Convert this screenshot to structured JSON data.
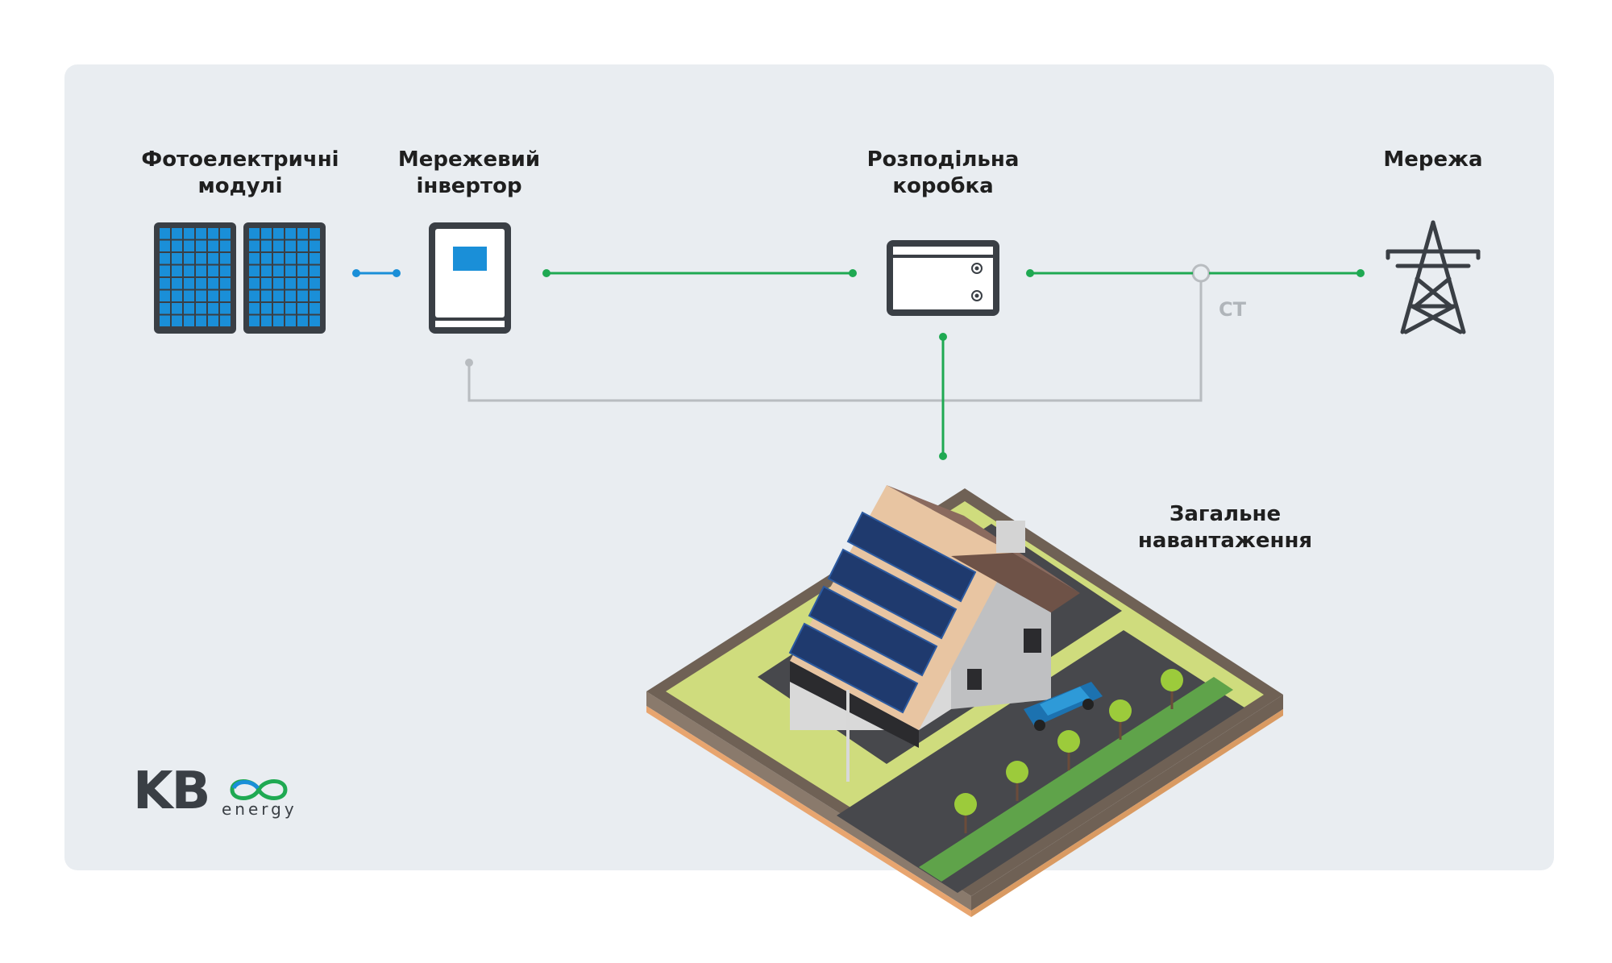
{
  "nodes": {
    "pv_modules": "Фотоелектричні\nмодулі",
    "inverter": "Мережевий\nінвертор",
    "distribution_box": "Розподільна\nкоробка",
    "grid": "Мережа",
    "load": "Загальне\nнавантаження",
    "ct": "CT"
  },
  "connections": [
    {
      "from": "pv_modules",
      "to": "inverter",
      "kind": "dc",
      "color": "#1a8fd8"
    },
    {
      "from": "inverter",
      "to": "distribution_box",
      "kind": "ac",
      "color": "#1fa952"
    },
    {
      "from": "distribution_box",
      "to": "grid",
      "kind": "ac",
      "color": "#1fa952"
    },
    {
      "from": "distribution_box",
      "to": "load",
      "kind": "ac",
      "color": "#1fa952"
    },
    {
      "from": "ct",
      "to": "inverter",
      "kind": "signal",
      "color": "#b8bcc0"
    }
  ],
  "logo": {
    "brand": "KB",
    "sub": "energy"
  },
  "colors": {
    "panel_bg": "#e9edf1",
    "ac_line": "#1fa952",
    "dc_line": "#1a8fd8",
    "signal_line": "#b8bcc0",
    "device_frame": "#3a3f45",
    "solar_cell": "#1a8fd8"
  }
}
